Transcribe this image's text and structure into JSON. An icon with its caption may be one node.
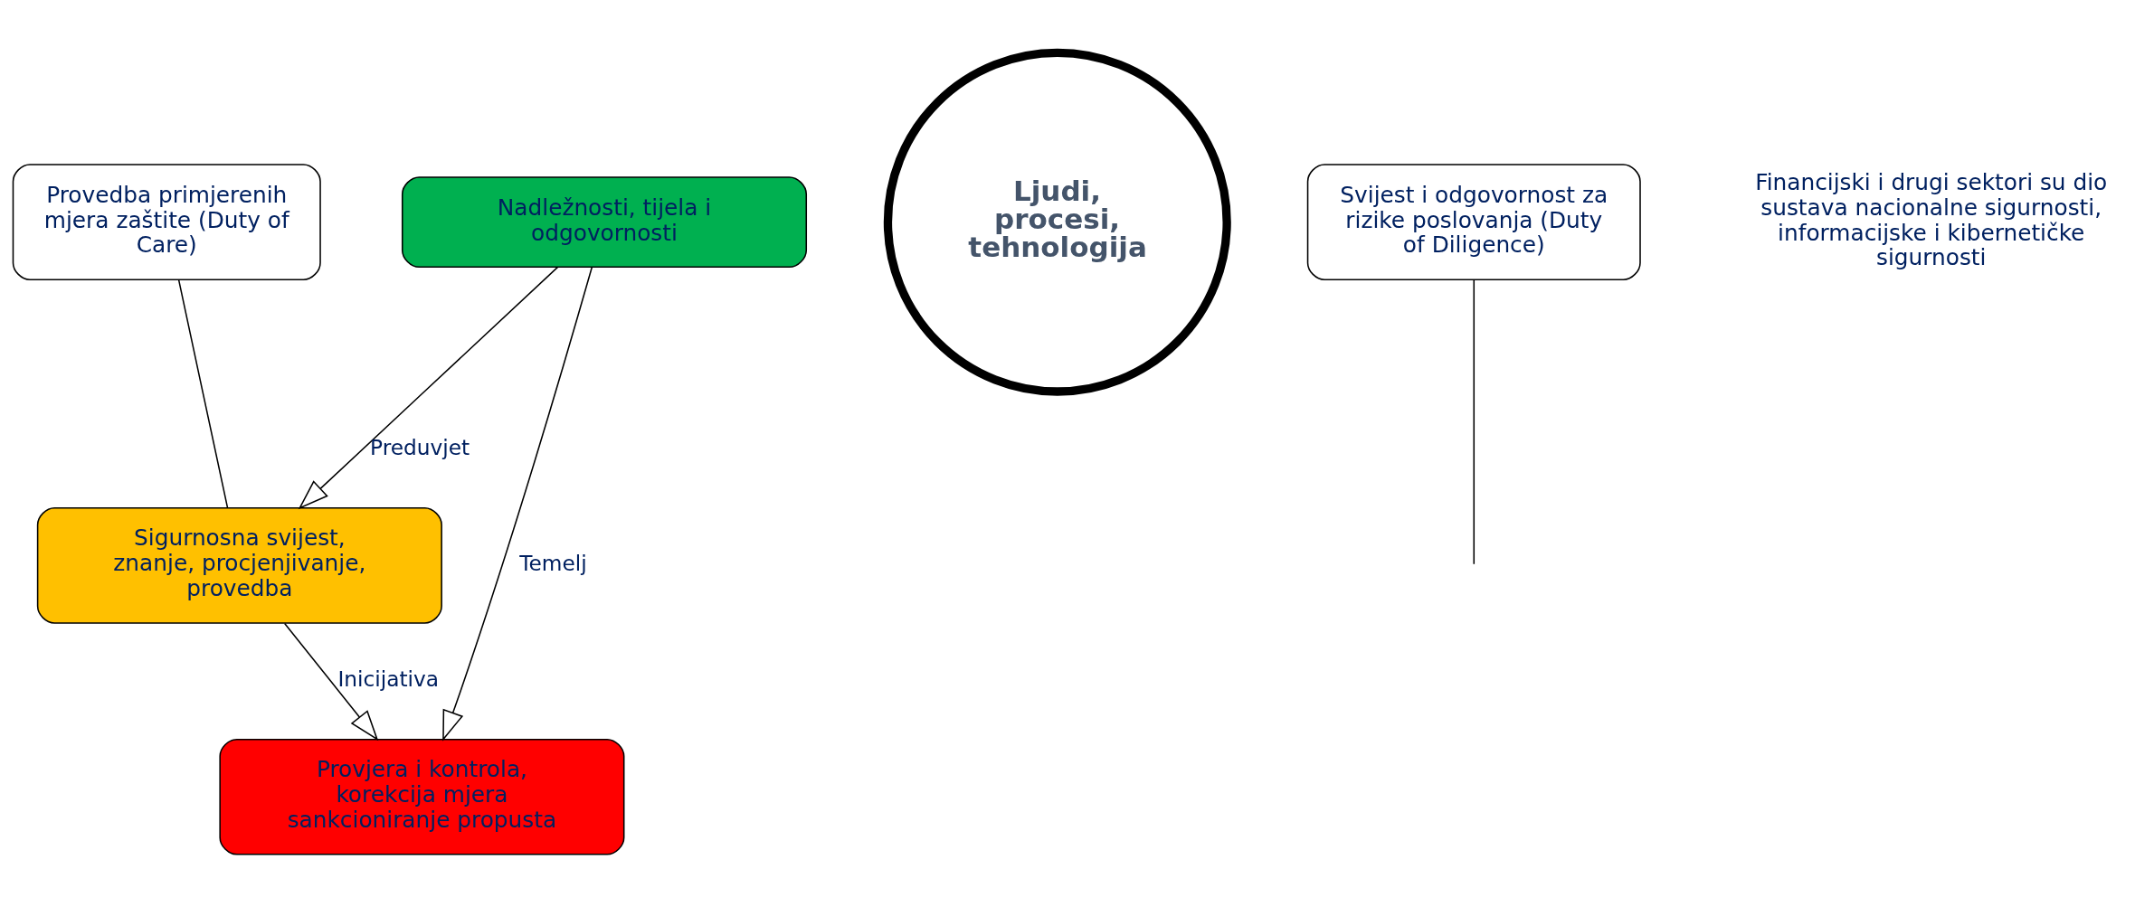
{
  "diagram": {
    "nodes": [
      {
        "text": [
          "Provedba primjerenih mjera zaštite (Duty of Care)"
        ]
      },
      {
        "text": [
          "Nadležnosti, tijela i odgovornosti"
        ]
      },
      {
        "text": [
          "Sigurnosna svijest, znanje, procjenjivanje, provedba"
        ]
      },
      {
        "text": [
          "Ljudi, procesi, tehnologija"
        ]
      },
      {
        "text": [
          "Svijest i odgovornost za rizike poslovanja (Duty of Diligence)"
        ]
      },
      {
        "text": [
          "Provjera i kontrola, korekcija mjera sankcioniranje propusta"
        ]
      }
    ],
    "edges": [
      {
        "from": 0,
        "to": 2,
        "arrow": "none"
      },
      {
        "from": 1,
        "to": 2,
        "arrow": "to",
        "label": "Preduvjet"
      },
      {
        "from": 1,
        "to": 5,
        "arrow": "to",
        "label": "Temelj"
      },
      {
        "from": 2,
        "to": 5,
        "arrow": "to",
        "label": "Inicijativa"
      },
      {
        "from": 4,
        "to": null,
        "arrow": "none"
      }
    ],
    "labels": [
      "Financijski i drugi sektori su dio sustava nacionalne sigurnosti, informacijske i kibernetičke sigurnosti"
    ]
  }
}
